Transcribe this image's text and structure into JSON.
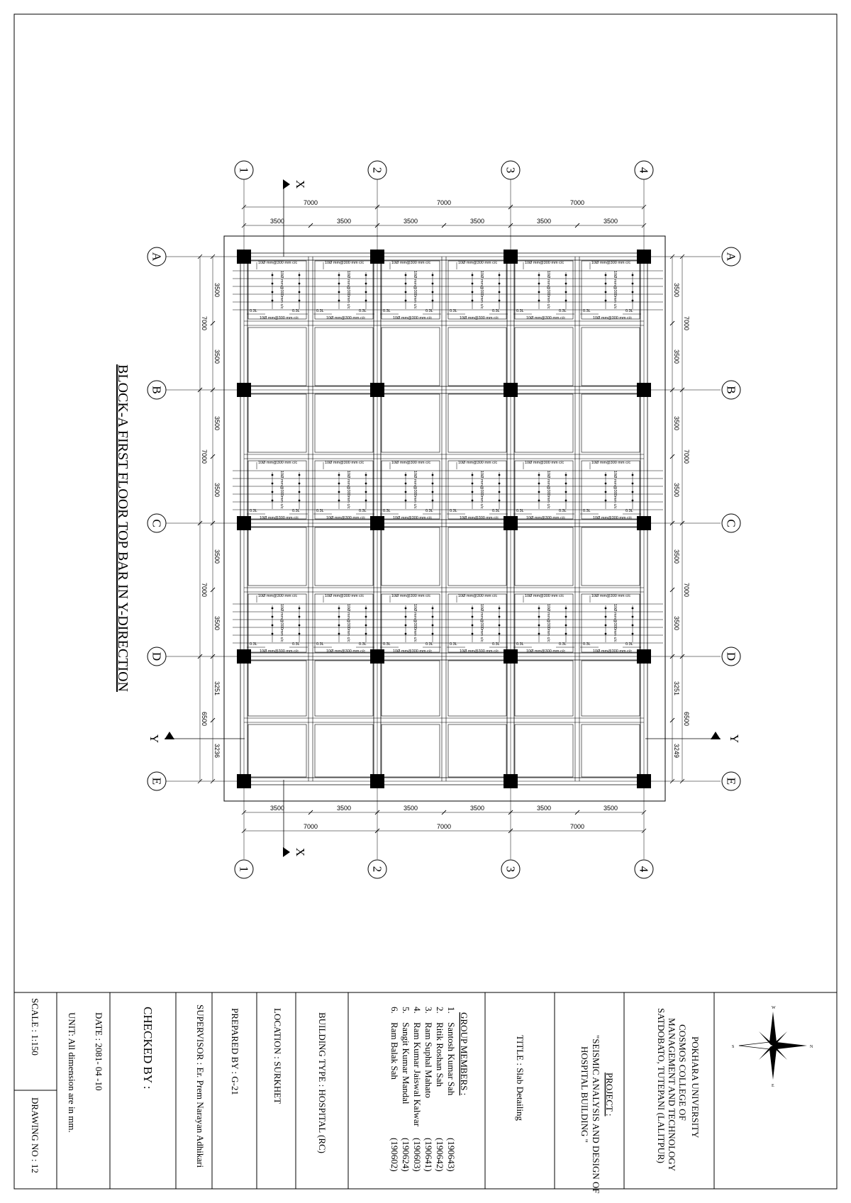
{
  "drawing_title": "BLOCK-A FIRST FLOOR TOP BAR IN Y-DIRECTION",
  "grid": {
    "columns": [
      "1",
      "2",
      "3",
      "4"
    ],
    "rows": [
      "A",
      "B",
      "C",
      "D",
      "E"
    ]
  },
  "dimensions": {
    "col_spans": [
      "7000",
      "7000",
      "7000"
    ],
    "col_half_spans": [
      "3500",
      "3500",
      "3500",
      "3500",
      "3500",
      "3500"
    ],
    "row_spans_left": [
      "7000",
      "7000",
      "7000",
      "6500"
    ],
    "row_half_left": [
      "3500",
      "3500",
      "3500",
      "3500",
      "3500",
      "3500",
      "3251",
      "3236"
    ],
    "row_spans_right": [
      "7000",
      "7000",
      "7000",
      "6500"
    ],
    "row_half_right": [
      "3500",
      "3500",
      "3500",
      "3500",
      "3500",
      "3500",
      "3251",
      "3249"
    ]
  },
  "section_marks": {
    "x": "X",
    "y": "Y"
  },
  "rebar_labels": {
    "main": "10Ø mm@300 mm c/c",
    "alt": "10Ø mm@300mm c/c",
    "ratio": "0.3L"
  },
  "title_block": {
    "university": "POKHARA UNIVERSITY",
    "college_1": "COSMOS COLLEGE OF",
    "college_2": "MANAGEMENT AND TECHNOLOGY",
    "college_3": "SATDOBATO, TUTEPANI (LALITPUR)",
    "project_label": "PROJECT :",
    "project_1": "\"SEISMIC ANALYSIS AND DESIGN OF",
    "project_2": "HOSPITAL BUILDING \"",
    "title": "TITLE : Slab Detailing",
    "group_heading": "GROUP MEMBERS :",
    "members": [
      {
        "no": "1.",
        "name": "Santosh Kumar Sah",
        "roll": "(190643)"
      },
      {
        "no": "2.",
        "name": "Ritik Roshan Sah",
        "roll": "(190642)"
      },
      {
        "no": "3.",
        "name": "Ram Suphal Mahato",
        "roll": "(190641)"
      },
      {
        "no": "4.",
        "name": "Ram Kumar Jaiswal Kalwar",
        "roll": "(190603)"
      },
      {
        "no": "5.",
        "name": "Sangit Kumar Mandal",
        "roll": "(190624)"
      },
      {
        "no": "6.",
        "name": "Ram Balak Sah",
        "roll": "(190602)"
      }
    ],
    "building_type": "BUILDING TYPE : HOSPITAL (RC)",
    "location": "LOCATION : SURKHET",
    "prepared_by": "PREPARED BY : G-21",
    "supervisor": "SUPERVISOR : Er. Prem Narayan Adhikari",
    "checked_by": "CHECKED BY :",
    "date": "DATE : 2081- 04 -10",
    "unit": "UNIT: All dimension are in mm.",
    "scale": "SCALE : 1:150",
    "drawing_no": "DRAWING NO : 12"
  },
  "compass": {
    "n": "N",
    "s": "S",
    "e": "E",
    "w": "W"
  }
}
